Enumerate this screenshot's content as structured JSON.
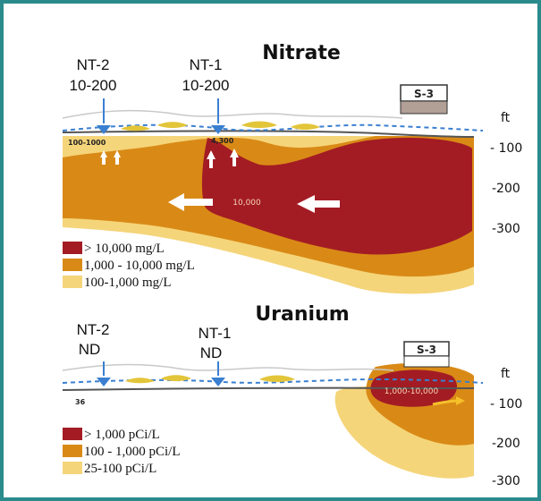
{
  "colors": {
    "border": "#2a8a8c",
    "high": "#a31c24",
    "mid": "#d98a16",
    "low": "#f5d57a",
    "water": "#3a7fd0",
    "stream": "#e3c53a"
  },
  "nitrate": {
    "title": "Nitrate",
    "wells": [
      {
        "name": "NT-2",
        "value": "10-200"
      },
      {
        "name": "NT-1",
        "value": "10-200"
      }
    ],
    "site": "S-3",
    "unit": "ft",
    "depths": [
      "- 100",
      "-200",
      "-300"
    ],
    "labels": {
      "left_small": "100-1000",
      "near_nt1": "4,300",
      "center": "10,000"
    },
    "legend": [
      {
        "label": "> 10,000 mg/L",
        "color": "#a31c24"
      },
      {
        "label": "1,000 - 10,000 mg/L",
        "color": "#d98a16"
      },
      {
        "label": "100-1,000 mg/L",
        "color": "#f5d57a"
      }
    ]
  },
  "uranium": {
    "title": "Uranium",
    "wells": [
      {
        "name": "NT-2",
        "value": "ND"
      },
      {
        "name": "NT-1",
        "value": "ND"
      }
    ],
    "site": "S-3",
    "unit": "ft",
    "depths": [
      "- 100",
      "-200",
      "-300"
    ],
    "labels": {
      "left_small": "36",
      "plume": "1,000-10,000"
    },
    "legend": [
      {
        "label": "> 1,000 pCi/L",
        "color": "#a31c24"
      },
      {
        "label": "100 - 1,000 pCi/L",
        "color": "#d98a16"
      },
      {
        "label": "25-100 pCi/L",
        "color": "#f5d57a"
      }
    ]
  }
}
